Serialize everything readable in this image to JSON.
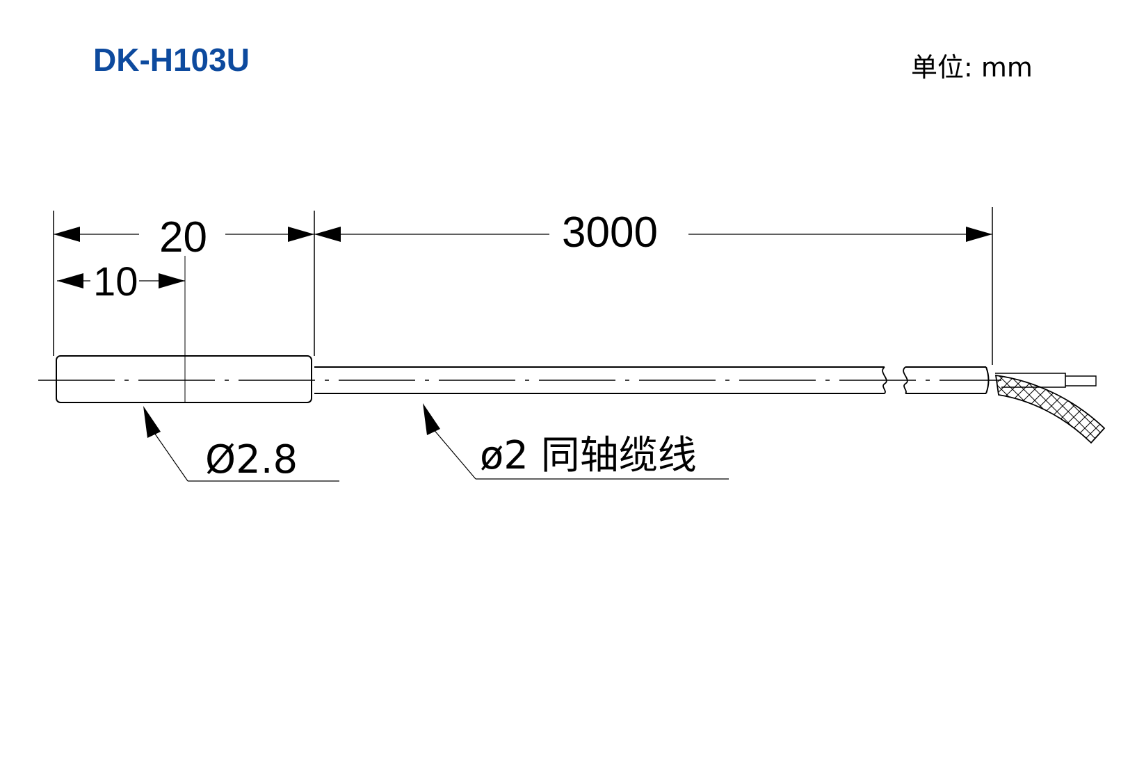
{
  "model": "DK-H103U",
  "unit_label": "单位: mm",
  "dimensions": {
    "probe_length": "20",
    "probe_partial_length": "10",
    "cable_length": "3000"
  },
  "callouts": {
    "probe_diameter": "Ø2.8",
    "cable_spec": "ø2 同轴缆线"
  },
  "colors": {
    "title": "#0d4a9e",
    "line": "#000000"
  }
}
